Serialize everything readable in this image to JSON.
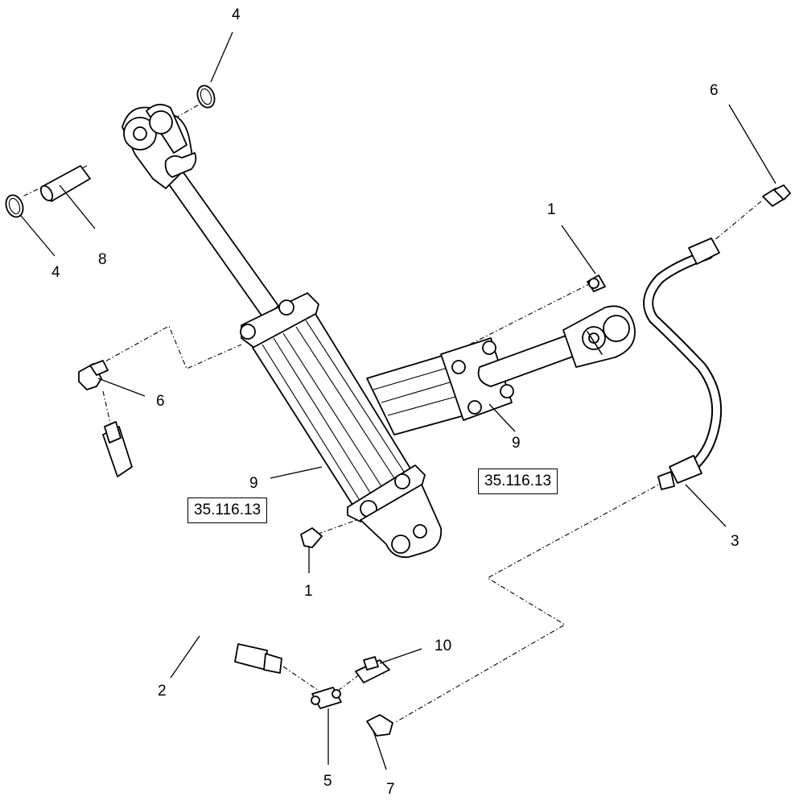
{
  "callouts": {
    "c1_top": "1",
    "c1_bottom": "1",
    "c2": "2",
    "c3": "3",
    "c4_top": "4",
    "c4_bottom": "4",
    "c5": "5",
    "c6_right": "6",
    "c6_left": "6",
    "c7": "7",
    "c8": "8",
    "c9_left": "9",
    "c9_right": "9",
    "c10": "10"
  },
  "references": {
    "left": "35.116.13",
    "right": "35.116.13"
  }
}
